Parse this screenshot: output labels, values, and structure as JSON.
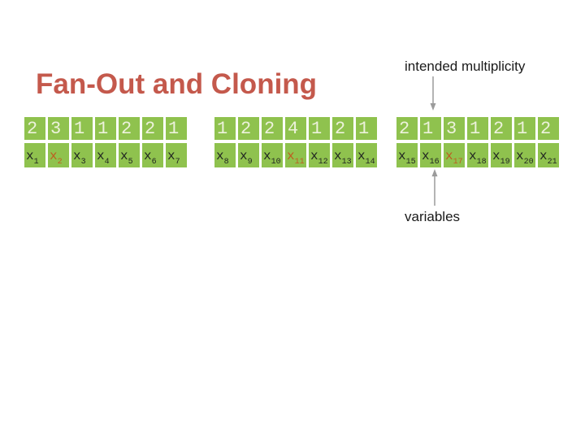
{
  "slide": {
    "title": "Fan-Out and Cloning",
    "annotations": {
      "multiplicity_label": "intended multiplicity",
      "variables_label": "variables"
    },
    "colors": {
      "cell_green": "#8FC24E",
      "count_text": "#EDF2DC",
      "variable_text": "#212621",
      "variable_highlight": "#BE5C20",
      "title_text": "#C4594C",
      "arrow_gray": "#9B9B9B",
      "label_text": "#1A1A1A"
    },
    "groups": [
      {
        "counts": [
          "2",
          "3",
          "1",
          "1",
          "2",
          "2",
          "1"
        ],
        "variables": [
          {
            "base": "x",
            "sub": "1",
            "highlight": false
          },
          {
            "base": "x",
            "sub": "2",
            "highlight": true
          },
          {
            "base": "x",
            "sub": "3",
            "highlight": false
          },
          {
            "base": "x",
            "sub": "4",
            "highlight": false
          },
          {
            "base": "x",
            "sub": "5",
            "highlight": false
          },
          {
            "base": "x",
            "sub": "6",
            "highlight": false
          },
          {
            "base": "x",
            "sub": "7",
            "highlight": false
          }
        ]
      },
      {
        "counts": [
          "1",
          "2",
          "2",
          "4",
          "1",
          "2",
          "1"
        ],
        "variables": [
          {
            "base": "x",
            "sub": "8",
            "highlight": false
          },
          {
            "base": "x",
            "sub": "9",
            "highlight": false
          },
          {
            "base": "x",
            "sub": "10",
            "highlight": false
          },
          {
            "base": "x",
            "sub": "11",
            "highlight": true
          },
          {
            "base": "x",
            "sub": "12",
            "highlight": false
          },
          {
            "base": "x",
            "sub": "13",
            "highlight": false
          },
          {
            "base": "x",
            "sub": "14",
            "highlight": false
          }
        ]
      },
      {
        "counts": [
          "2",
          "1",
          "3",
          "1",
          "2",
          "1",
          "2"
        ],
        "variables": [
          {
            "base": "x",
            "sub": "15",
            "highlight": false
          },
          {
            "base": "x",
            "sub": "16",
            "highlight": false
          },
          {
            "base": "x",
            "sub": "17",
            "highlight": true
          },
          {
            "base": "x",
            "sub": "18",
            "highlight": false
          },
          {
            "base": "x",
            "sub": "19",
            "highlight": false
          },
          {
            "base": "x",
            "sub": "20",
            "highlight": false
          },
          {
            "base": "x",
            "sub": "21",
            "highlight": false
          }
        ]
      }
    ]
  }
}
